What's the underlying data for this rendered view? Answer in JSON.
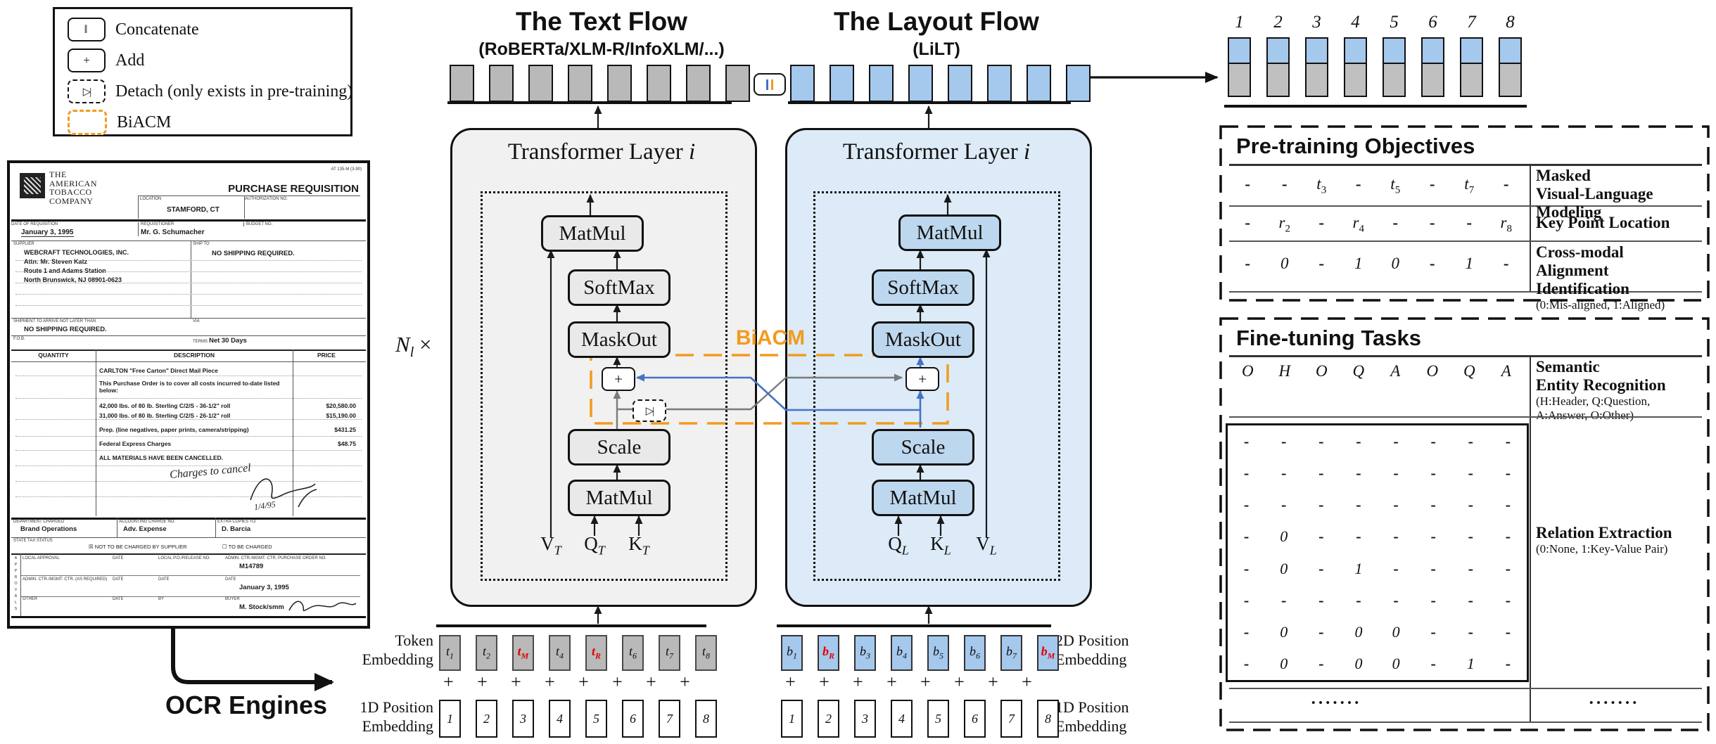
{
  "legend": {
    "items": [
      {
        "symbol": "concat-icon",
        "glyph": "‖",
        "label": "Concatenate"
      },
      {
        "symbol": "add-icon",
        "glyph": "+",
        "label": "Add"
      },
      {
        "symbol": "detach-icon",
        "glyph": "▷|",
        "label": "Detach (only exists in pre-training)"
      },
      {
        "symbol": "biacm-icon",
        "glyph": "",
        "label": "BiACM"
      }
    ]
  },
  "colors": {
    "orange": "#F29B1D",
    "blue_line": "#4472C4",
    "gray_line": "#7a7a7a",
    "token_gray": "#b9b9b9",
    "token_blue": "#a5c8ed",
    "red": "#e00000"
  },
  "text_flow": {
    "title": "The Text Flow",
    "subtitle": "(RoBERTa/XLM-R/InfoXLM/...)",
    "layer_title": "Transformer Layer",
    "layer_var": "i",
    "ops": {
      "matmul_top": "MatMul",
      "softmax": "SoftMax",
      "maskout": "MaskOut",
      "plus": "+",
      "detach": "▷|",
      "scale": "Scale",
      "matmul_bottom": "MatMul"
    },
    "inputs": [
      {
        "base": "V",
        "sub": "T"
      },
      {
        "base": "Q",
        "sub": "T"
      },
      {
        "base": "K",
        "sub": "T"
      }
    ]
  },
  "layout_flow": {
    "title": "The Layout Flow",
    "subtitle": "(LiLT)",
    "layer_title": "Transformer Layer",
    "layer_var": "i",
    "ops": {
      "matmul_top": "MatMul",
      "softmax": "SoftMax",
      "maskout": "MaskOut",
      "plus": "+",
      "scale": "Scale",
      "matmul_bottom": "MatMul"
    },
    "inputs": [
      {
        "base": "Q",
        "sub": "L"
      },
      {
        "base": "K",
        "sub": "L"
      },
      {
        "base": "V",
        "sub": "L"
      }
    ]
  },
  "biacm_label": "BiACM",
  "n_layers": {
    "base": "N",
    "sub": "l",
    "times": "×"
  },
  "ocr_label": "OCR Engines",
  "embeddings": {
    "token_label_lines": [
      "Token",
      "Embedding"
    ],
    "pos1d_label_lines": [
      "1D Position",
      "Embedding"
    ],
    "pos2d_label_lines": [
      "2D Position",
      "Embedding"
    ],
    "text_tokens": [
      {
        "base": "t",
        "sub": "1",
        "red": false
      },
      {
        "base": "t",
        "sub": "2",
        "red": false
      },
      {
        "base": "t",
        "sub": "M",
        "red": true
      },
      {
        "base": "t",
        "sub": "4",
        "red": false
      },
      {
        "base": "t",
        "sub": "R",
        "red": true
      },
      {
        "base": "t",
        "sub": "6",
        "red": false
      },
      {
        "base": "t",
        "sub": "7",
        "red": false
      },
      {
        "base": "t",
        "sub": "8",
        "red": false
      }
    ],
    "layout_tokens": [
      {
        "base": "b",
        "sub": "1",
        "red": false
      },
      {
        "base": "b",
        "sub": "R",
        "red": true
      },
      {
        "base": "b",
        "sub": "3",
        "red": false
      },
      {
        "base": "b",
        "sub": "4",
        "red": false
      },
      {
        "base": "b",
        "sub": "5",
        "red": false
      },
      {
        "base": "b",
        "sub": "6",
        "red": false
      },
      {
        "base": "b",
        "sub": "7",
        "red": false
      },
      {
        "base": "b",
        "sub": "M",
        "red": true
      }
    ],
    "positions": [
      "1",
      "2",
      "3",
      "4",
      "5",
      "6",
      "7",
      "8"
    ],
    "plus": "+"
  },
  "output": {
    "indices": [
      "1",
      "2",
      "3",
      "4",
      "5",
      "6",
      "7",
      "8"
    ]
  },
  "pretraining": {
    "title": "Pre-training Objectives",
    "rows": [
      {
        "cells": [
          "-",
          "-",
          "t_3",
          "-",
          "t_5",
          "-",
          "t_7",
          "-"
        ],
        "label_lines": [
          "Masked",
          "Visual-Language Modeling"
        ],
        "note": ""
      },
      {
        "cells": [
          "-",
          "r_2",
          "-",
          "r_4",
          "-",
          "-",
          "-",
          "r_8"
        ],
        "label_lines": [
          "Key Point Location"
        ],
        "note": ""
      },
      {
        "cells": [
          "-",
          "0",
          "-",
          "1",
          "0",
          "-",
          "1",
          "-"
        ],
        "label_lines": [
          "Cross-modal",
          "Alignment Identification"
        ],
        "note": "(0:Mis-aligned, 1:Aligned)"
      }
    ]
  },
  "finetuning": {
    "title": "Fine-tuning Tasks",
    "ser": {
      "cells": [
        "O",
        "H",
        "O",
        "Q",
        "A",
        "O",
        "Q",
        "A"
      ],
      "label_lines": [
        "Semantic",
        "Entity Recognition"
      ],
      "note_lines": [
        "(H:Header, Q:Question,",
        " A:Answer, O:Other)"
      ]
    },
    "re": {
      "label_lines": [
        "Relation Extraction"
      ],
      "note": "(0:None, 1:Key-Value Pair)",
      "matrix": [
        [
          "-",
          "-",
          "-",
          "-",
          "-",
          "-",
          "-",
          "-"
        ],
        [
          "-",
          "-",
          "-",
          "-",
          "-",
          "-",
          "-",
          "-"
        ],
        [
          "-",
          "-",
          "-",
          "-",
          "-",
          "-",
          "-",
          "-"
        ],
        [
          "-",
          "0",
          "-",
          "-",
          "-",
          "-",
          "-",
          "-"
        ],
        [
          "-",
          "0",
          "-",
          "1",
          "-",
          "-",
          "-",
          "-"
        ],
        [
          "-",
          "-",
          "-",
          "-",
          "-",
          "-",
          "-",
          "-"
        ],
        [
          "-",
          "0",
          "-",
          "0",
          "0",
          "-",
          "-",
          "-"
        ],
        [
          "-",
          "0",
          "-",
          "0",
          "0",
          "-",
          "1",
          "-"
        ]
      ]
    },
    "dots": "•••••••"
  },
  "document": {
    "form_no": "AT 135-M (3-90)",
    "company_lines": [
      "THE",
      "AMERICAN",
      "TOBACCO",
      "COMPANY"
    ],
    "title": "PURCHASE REQUISITION",
    "location_label": "LOCATION",
    "location": "STAMFORD, CT",
    "auth_label": "AUTHORIZATION NO.",
    "date_label": "DATE OF REQUISITION",
    "date": "January 3, 1995",
    "req_label": "REQUISITIONER",
    "requisitioner": "Mr. G. Schumacher",
    "budget_label": "BUDGET NO.",
    "supplier_label": "SUPPLIER",
    "supplier_lines": [
      "WEBCRAFT TECHNOLOGIES, INC.",
      "Attn: Mr. Steven Katz",
      "Route 1 and Adams Station",
      "North Brunswick, NJ 08901-0623"
    ],
    "shipto_label": "SHIP TO",
    "shipto": "NO SHIPPING REQUIRED.",
    "shipment_label": "SHIPMENT TO ARRIVE NOT LATER THAN",
    "shipment": "NO SHIPPING REQUIRED.",
    "via_label": "VIA",
    "fob_label": "F.O.B.",
    "terms_label": "TERMS",
    "terms": "Net 30 Days",
    "table": {
      "headers": [
        "QUANTITY",
        "DESCRIPTION",
        "PRICE"
      ],
      "rows": [
        {
          "desc": "CARLTON \"Free Carton\" Direct Mail Piece",
          "price": ""
        },
        {
          "desc": "This Purchase Order is to cover all costs incurred to-date listed below:",
          "price": ""
        },
        {
          "desc": "42,000 lbs. of 80 lb. Sterling C/2/S - 36-1/2\" roll",
          "price": "$20,580.00"
        },
        {
          "desc": "31,000 lbs. of 80 lb. Sterling C/2/S - 26-1/2\" roll",
          "price": "$15,190.00"
        },
        {
          "desc": "Prep. (line negatives, paper prints, camera/stripping)",
          "price": "$431.25"
        },
        {
          "desc": "Federal Express Charges",
          "price": "$48.75"
        },
        {
          "desc": "ALL MATERIALS HAVE BEEN CANCELLED.",
          "price": ""
        }
      ]
    },
    "handwriting": "Charges to cancel",
    "handwriting_date": "1/4/95",
    "dept_label": "DEPARTMENT CHARGED",
    "dept": "Brand Operations",
    "acct_label": "ACCOUNTING CHARGE NO.",
    "acct": "Adv. Expense",
    "copies_label": "EXTRA COPIES TO:",
    "copies": "D. Barcia",
    "tax_label": "STATE TAX STATUS",
    "tax_opt1": "☒ NOT TO BE CHARGED BY SUPPLIER",
    "tax_opt2": "☐ TO BE CHARGED",
    "approvals_vertical": "APPROVALS",
    "approval_rows": [
      {
        "c1": "LOCAL APPROVAL",
        "c2": "DATE",
        "c3": "LOCAL P.O./RELEASE NO.",
        "c4": "ADMIN. CTR./MGMT. CTR. PURCHASE ORDER NO.",
        "v4": "M14789"
      },
      {
        "c1": "ADMIN. CTR./MGMT. CTR. (AS REQUIRED)",
        "c2": "DATE",
        "c3": "DATE",
        "c4": "DATE",
        "v4": "January 3, 1995"
      },
      {
        "c1": "OTHER",
        "c2": "DATE",
        "c3": "BY",
        "c4": "BUYER",
        "v4": "M. Stock/smm"
      }
    ]
  }
}
